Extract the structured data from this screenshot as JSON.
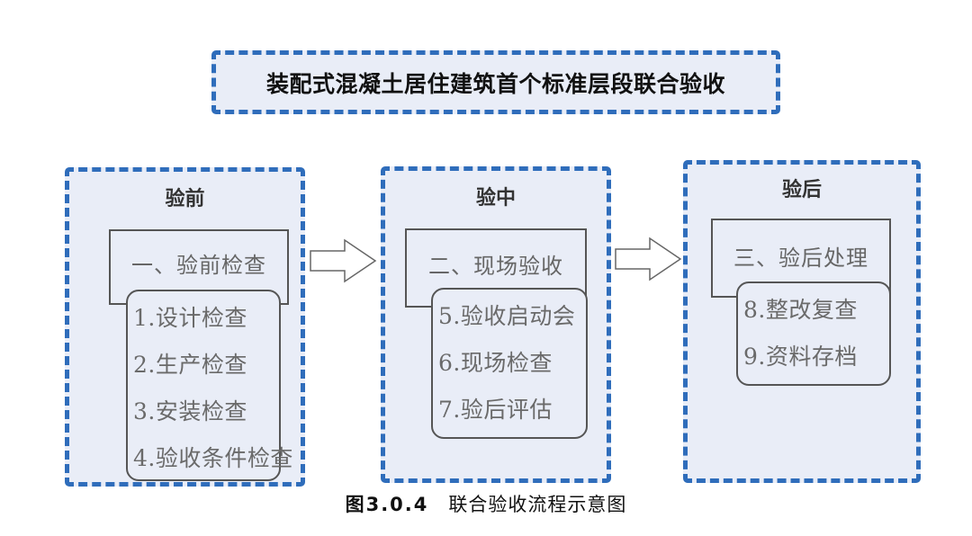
{
  "title": "装配式混凝土居住建筑首个标准层段联合验收",
  "stages": [
    {
      "heading": "验前",
      "phase": "一、验前检查",
      "steps": [
        "1.设计检查",
        "2.生产检查",
        "3.安装检查",
        "4.验收条件检查"
      ]
    },
    {
      "heading": "验中",
      "phase": "二、现场验收",
      "steps": [
        "5.验收启动会",
        "6.现场检查",
        "7.验后评估"
      ]
    },
    {
      "heading": "验后",
      "phase": "三、验后处理",
      "steps": [
        "8.整改复查",
        "9.资料存档"
      ]
    }
  ],
  "arrows": [
    "right-arrow-icon",
    "right-arrow-icon"
  ],
  "caption": {
    "figure_number": "图3.0.4",
    "figure_title": "联合验收流程示意图"
  },
  "colors": {
    "border_blue": "#2F6DBB",
    "panel_fill": "#E9EDF7",
    "box_stroke": "#555555",
    "step_text": "#6a6a6a"
  }
}
